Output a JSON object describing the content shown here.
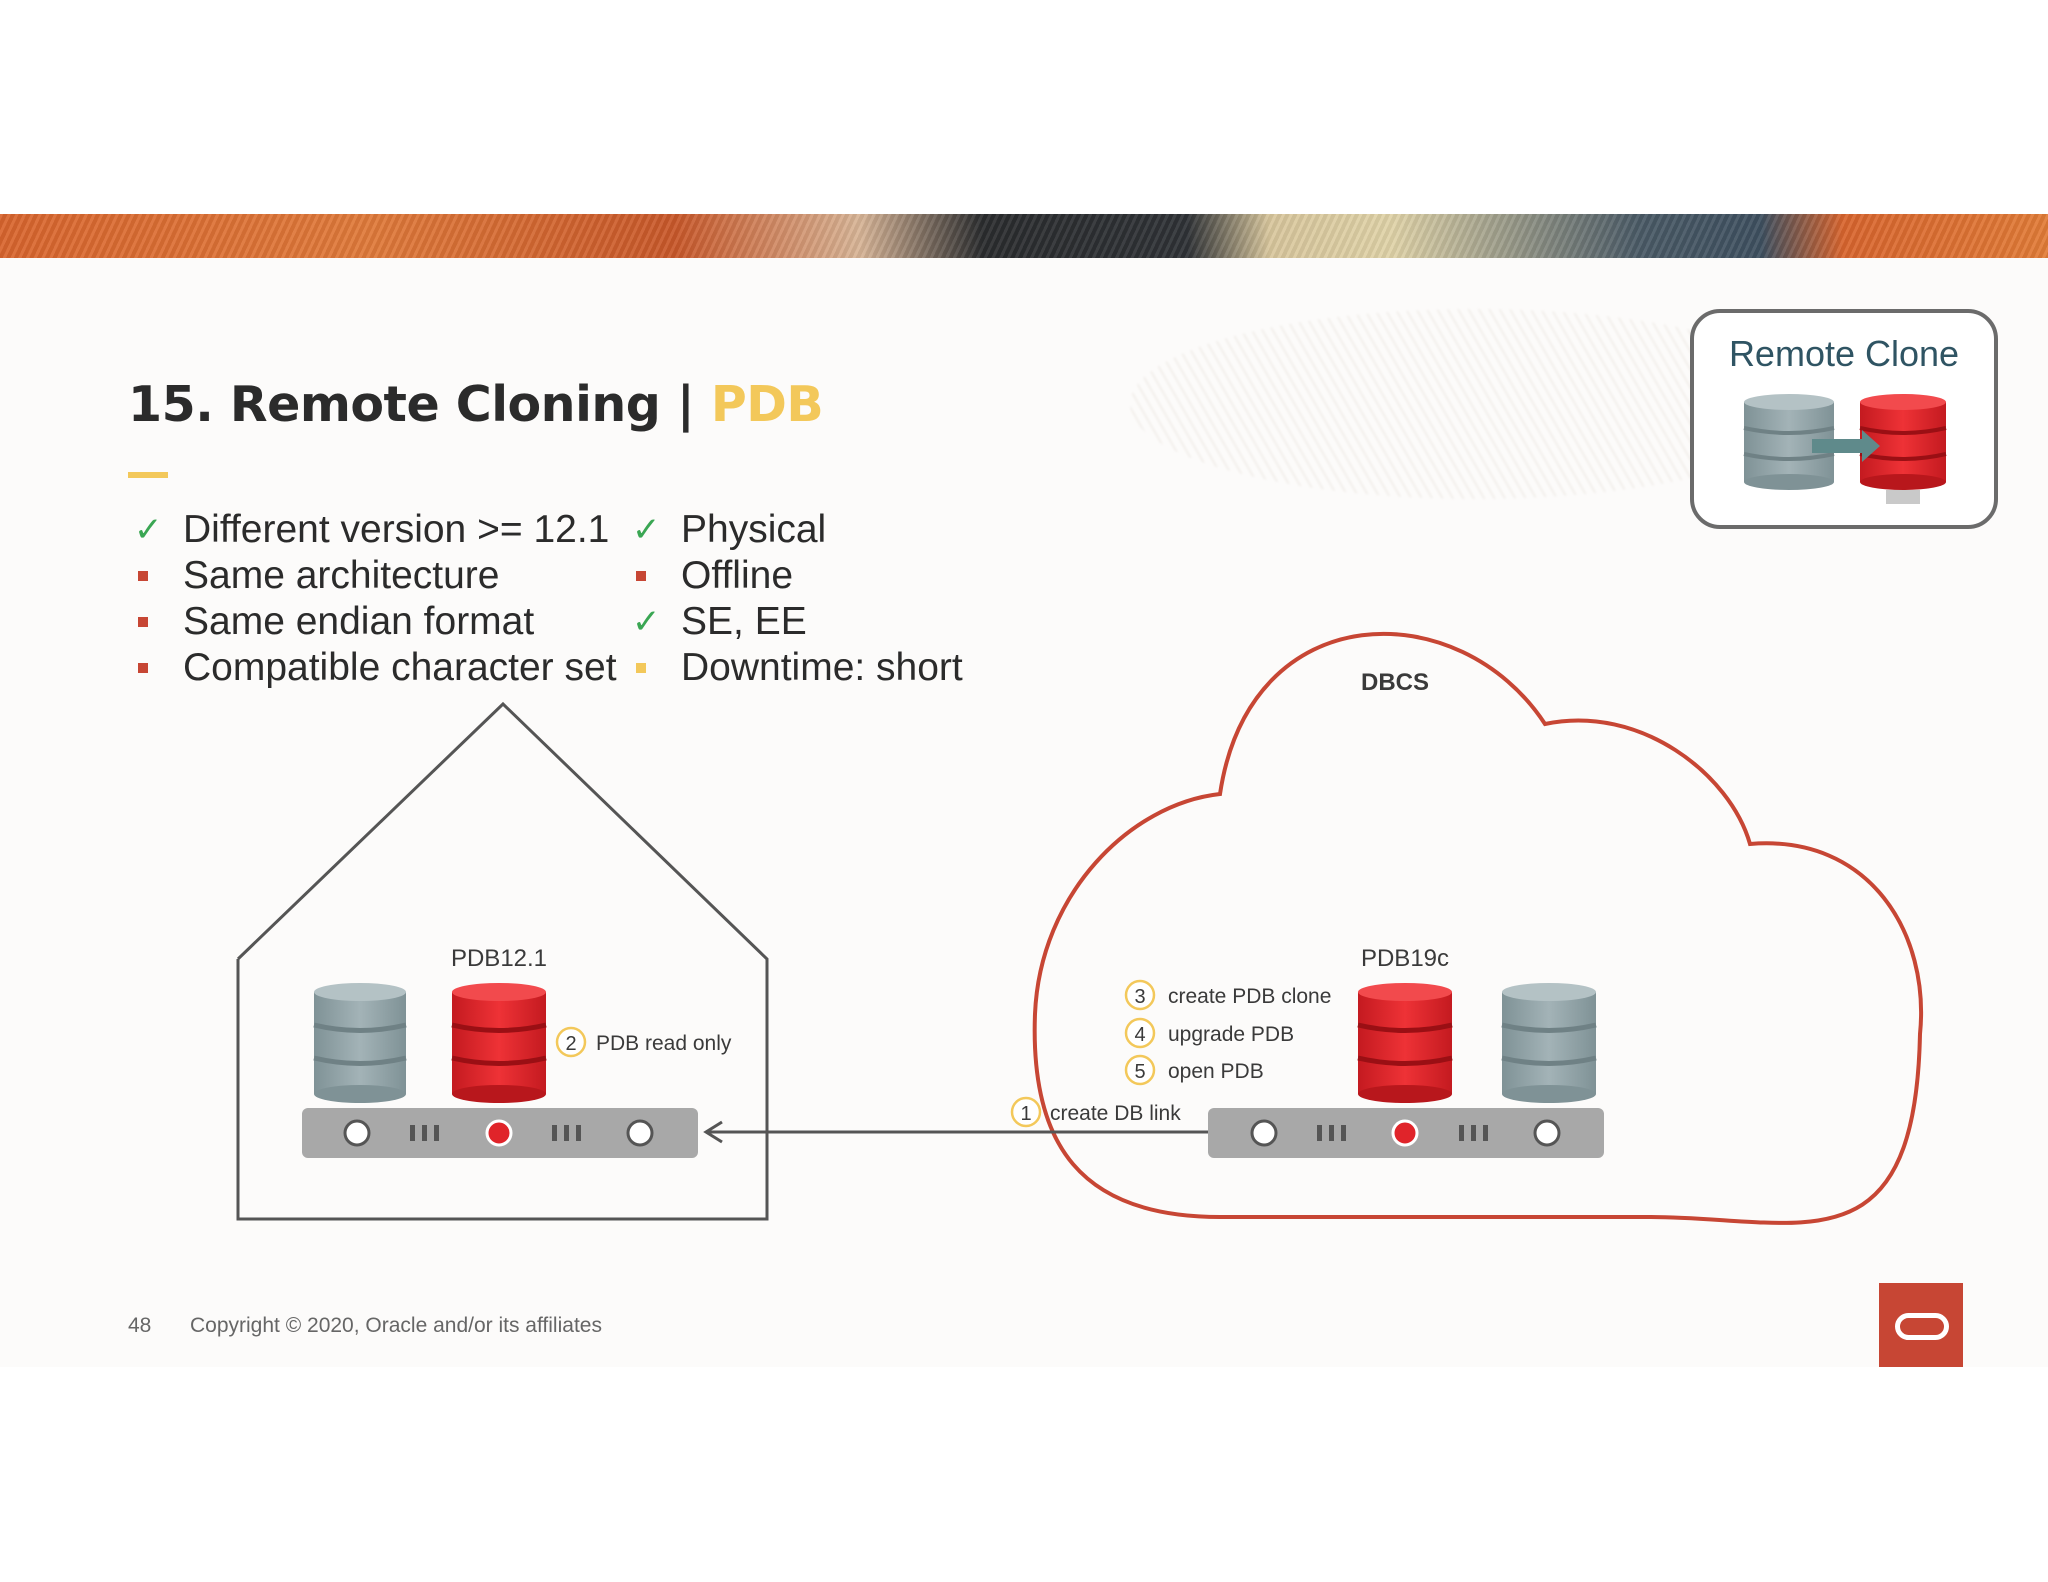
{
  "title": {
    "main": "15. Remote Cloning | ",
    "highlight": "PDB"
  },
  "list_left": [
    {
      "marker": "check",
      "text": "Different version >= 12.1"
    },
    {
      "marker": "square-red",
      "text": "Same architecture"
    },
    {
      "marker": "square-red",
      "text": "Same endian format"
    },
    {
      "marker": "square-red",
      "text": "Compatible character set"
    }
  ],
  "list_right": [
    {
      "marker": "check",
      "text": "Physical"
    },
    {
      "marker": "square-red",
      "text": "Offline"
    },
    {
      "marker": "check",
      "text": "SE, EE"
    },
    {
      "marker": "square-yellow",
      "text": "Downtime: short"
    }
  ],
  "remote_clone": {
    "title": "Remote Clone"
  },
  "diagram": {
    "source": {
      "label": "PDB12.1",
      "step": {
        "num": "2",
        "text": "PDB read only"
      }
    },
    "target": {
      "cloud_label": "DBCS",
      "label": "PDB19c",
      "steps": [
        {
          "num": "3",
          "text": "create PDB clone"
        },
        {
          "num": "4",
          "text": "upgrade PDB"
        },
        {
          "num": "5",
          "text": "open PDB"
        }
      ]
    },
    "link_step": {
      "num": "1",
      "text": "create DB link"
    }
  },
  "footer": {
    "page": "48",
    "copyright": "Copyright © 2020, Oracle and/or its affiliates"
  },
  "colors": {
    "oracle_red": "#c74634",
    "db_red": "#e0242a",
    "db_gray": "#8c9ea3",
    "accent_yellow": "#f3c85a",
    "check_green": "#3aa653"
  },
  "icons": {
    "logo": "oracle-logo-icon",
    "check": "check-icon",
    "database": "database-icon",
    "server": "server-rack-icon",
    "house": "house-outline-icon",
    "cloud": "cloud-outline-icon"
  }
}
